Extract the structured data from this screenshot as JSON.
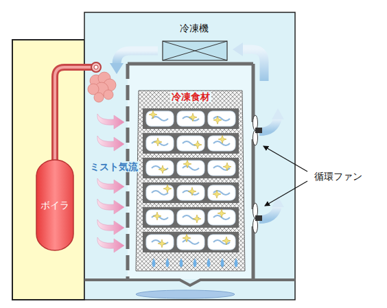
{
  "diagram": {
    "nodes": [
      {
        "text": [
          "ボイラ"
        ]
      }
    ],
    "labels": [
      "冷凍機",
      "冷凍食材",
      "ミスト気流",
      "循環ファン"
    ]
  }
}
